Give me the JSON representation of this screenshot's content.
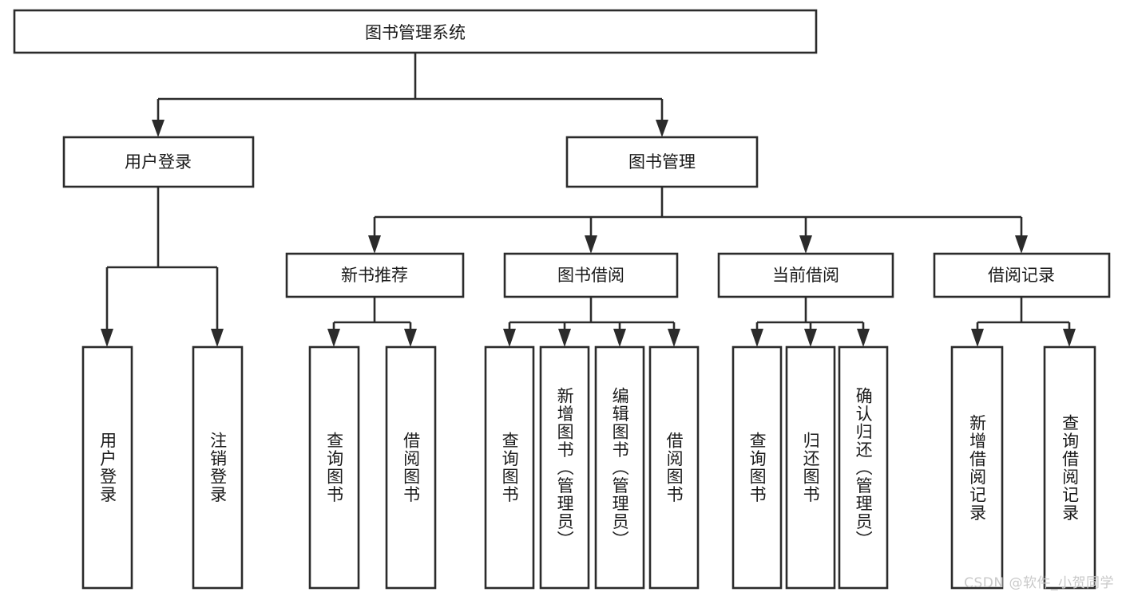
{
  "diagram": {
    "title": "图书管理系统",
    "type": "tree-hierarchy",
    "watermark": "CSDN @软件_小贺同学",
    "colors": {
      "stroke": "#2b2b2b",
      "box_fill": "#ffffff",
      "text": "#1a1a1a",
      "background": "#ffffff",
      "watermark": "#c9c9c9"
    },
    "root": {
      "label": "图书管理系统"
    },
    "level2": [
      {
        "id": "user-login",
        "label": "用户登录"
      },
      {
        "id": "book-manage",
        "label": "图书管理"
      }
    ],
    "level3": [
      {
        "id": "new-book-recommend",
        "label": "新书推荐"
      },
      {
        "id": "book-borrow",
        "label": "图书借阅"
      },
      {
        "id": "current-borrow",
        "label": "当前借阅"
      },
      {
        "id": "borrow-record",
        "label": "借阅记录"
      }
    ],
    "leaves": {
      "user_login": [
        {
          "id": "leaf-user-login",
          "label": "用户登录"
        },
        {
          "id": "leaf-user-logout",
          "label": "注销登录"
        }
      ],
      "new_book_recommend": [
        {
          "id": "leaf-query-book-1",
          "label": "查询图书"
        },
        {
          "id": "leaf-borrow-book-1",
          "label": "借阅图书"
        }
      ],
      "book_borrow": [
        {
          "id": "leaf-query-book-2",
          "label": "查询图书"
        },
        {
          "id": "leaf-add-book",
          "label": "新增图书（管理员）"
        },
        {
          "id": "leaf-edit-book",
          "label": "编辑图书（管理员）"
        },
        {
          "id": "leaf-borrow-book-2",
          "label": "借阅图书"
        }
      ],
      "current_borrow": [
        {
          "id": "leaf-query-book-3",
          "label": "查询图书"
        },
        {
          "id": "leaf-return-book",
          "label": "归还图书"
        },
        {
          "id": "leaf-confirm-return",
          "label": "确认归还（管理员）"
        }
      ],
      "borrow_record": [
        {
          "id": "leaf-add-record",
          "label": "新增借阅记录"
        },
        {
          "id": "leaf-query-record",
          "label": "查询借阅记录"
        }
      ]
    }
  }
}
